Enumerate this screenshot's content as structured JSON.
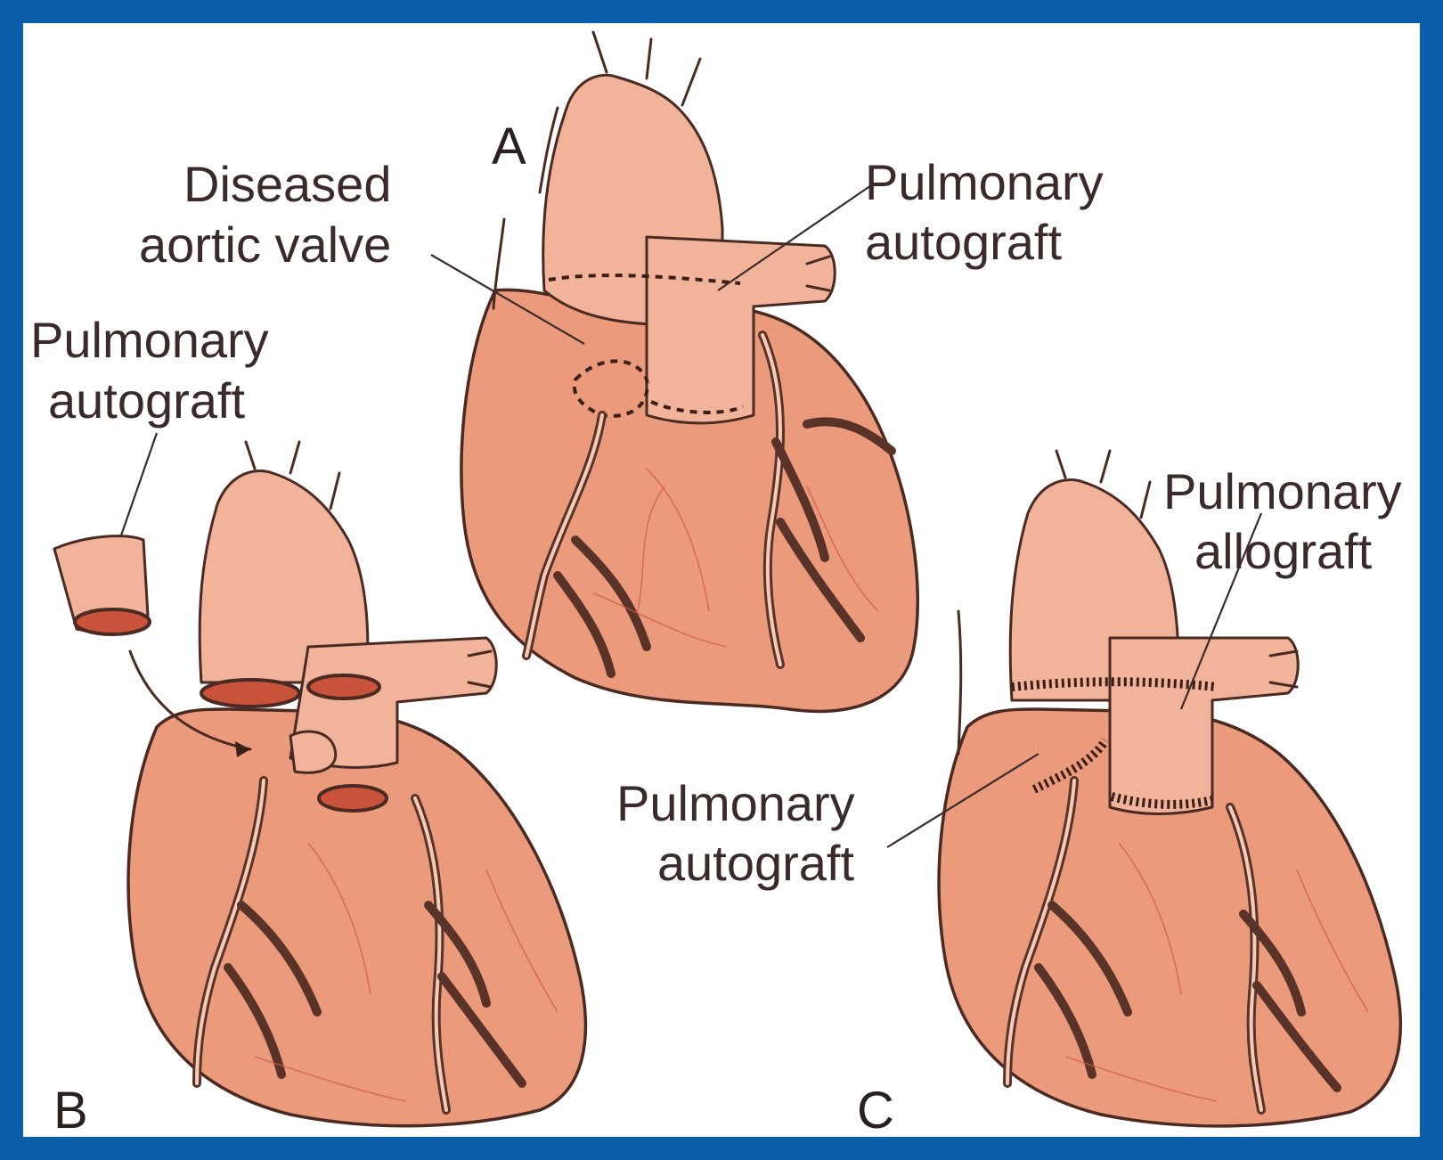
{
  "panels": {
    "a": "A",
    "b": "B",
    "c": "C"
  },
  "labels": {
    "diseased_line1": "Diseased",
    "diseased_line2": "aortic valve",
    "autograft_a_line1": "Pulmonary",
    "autograft_a_line2": "autograft",
    "autograft_b_line1": "Pulmonary",
    "autograft_b_line2": "autograft",
    "allograft_line1": "Pulmonary",
    "allograft_line2": "allograft",
    "autograft_c_line1": "Pulmonary",
    "autograft_c_line2": "autograft"
  },
  "colors": {
    "frame": "#0b5ea8",
    "heart_fill": "#ec9a7c",
    "vessel_fill": "#f1b39a",
    "outline": "#4a2a22"
  }
}
